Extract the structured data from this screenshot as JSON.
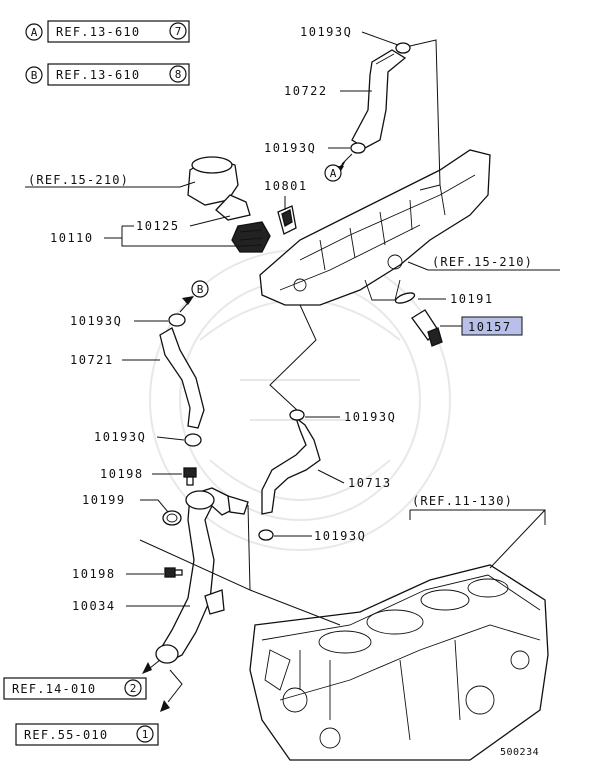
{
  "figure_number": "500234",
  "highlight_color": "#b8bfe8",
  "callouts": {
    "A": {
      "letter": "A",
      "ref": "REF.13-610",
      "num": "7"
    },
    "B": {
      "letter": "B",
      "ref": "REF.13-610",
      "num": "8"
    }
  },
  "refs": {
    "ref_15_210_left": "(REF.15-210)",
    "ref_15_210_right": "(REF.15-210)",
    "ref_11_130": "(REF.11-130)",
    "ref_14_010": {
      "ref": "REF.14-010",
      "num": "2"
    },
    "ref_55_010": {
      "ref": "REF.55-010",
      "num": "1"
    }
  },
  "markers": {
    "A": "A",
    "B": "B"
  },
  "parts": {
    "p10193Q_top": "10193Q",
    "p10722": "10722",
    "p10193Q_upper": "10193Q",
    "p10801": "10801",
    "p10125": "10125",
    "p10110": "10110",
    "p10191": "10191",
    "p10157": "10157",
    "p10193Q_left": "10193Q",
    "p10721": "10721",
    "p10193Q_mid_right": "10193Q",
    "p10193Q_mid_left": "10193Q",
    "p10198_upper": "10198",
    "p10713": "10713",
    "p10199": "10199",
    "p10193Q_lower": "10193Q",
    "p10198_lower": "10198",
    "p10034": "10034"
  }
}
